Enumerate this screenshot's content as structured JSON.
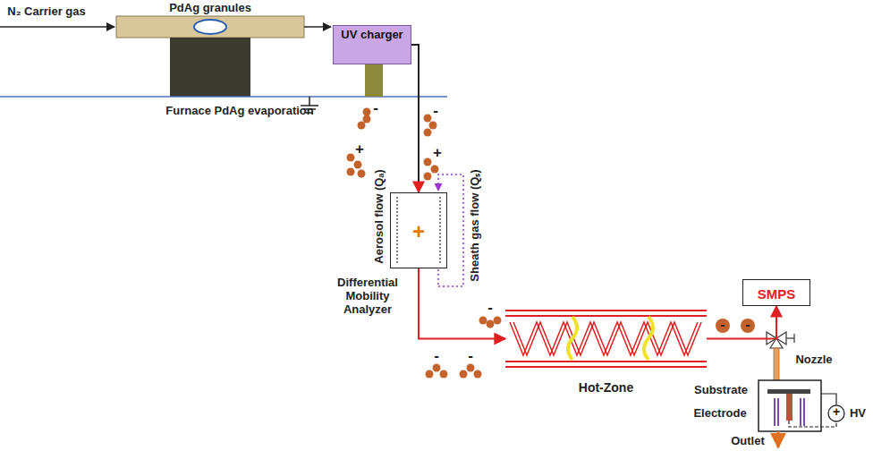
{
  "diagram": {
    "nodes": [
      {
        "text": [
          "UV charger"
        ]
      },
      {
        "text": [
          "+",
          "Differential Mobility Analyzer"
        ]
      },
      {
        "text": [
          "Hot-Zone"
        ]
      },
      {
        "text": [
          "SMPS"
        ]
      }
    ],
    "edges": [
      {
        "from": 0,
        "to": 1,
        "arrow": "to"
      },
      {
        "from": 1,
        "to": 2,
        "arrow": "to"
      },
      {
        "from": 2,
        "to": 3,
        "arrow": "to"
      }
    ],
    "labels": [
      "N₂ Carrier gas",
      "PdAg granules",
      "Furnace PdAg evaporation",
      "-",
      "-",
      "+",
      "+",
      "Aerosol flow (Qₐ)",
      "Sheath gas flow (Qₛ)",
      "-",
      "-",
      "-",
      "-",
      "-",
      "Nozzle",
      "Substrate",
      "Electrode",
      "Outlet",
      "HV",
      "+"
    ]
  }
}
